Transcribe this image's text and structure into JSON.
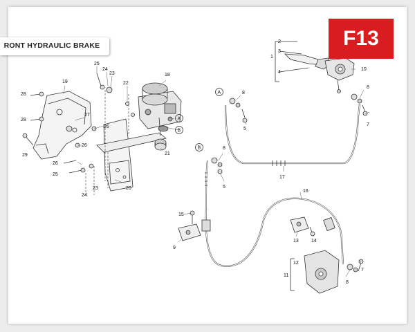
{
  "title": "RONT HYDRAULIC BRAKE",
  "badge": "F13",
  "callouts": {
    "A1": "A",
    "A2": "A",
    "B1": "B",
    "B2": "B"
  },
  "parts": {
    "p1": "1",
    "p2": "2",
    "p3": "3",
    "p4": "4",
    "p5a": "5",
    "p5b": "5",
    "p7a": "7",
    "p7b": "7",
    "p8a": "8",
    "p8b": "8",
    "p8c": "8",
    "p8d": "8",
    "p9": "9",
    "p10": "10",
    "p11": "11",
    "p12": "12",
    "p13": "13",
    "p14": "14",
    "p15": "15",
    "p16": "16",
    "p17": "17",
    "p18": "18",
    "p19": "19",
    "p20": "20",
    "p21": "21",
    "p22": "22",
    "p23a": "23",
    "p23b": "23",
    "p24a": "24",
    "p24b": "24",
    "p25a": "25",
    "p25b": "25",
    "p26a": "26",
    "p26b": "26",
    "p26c": "26",
    "p27": "27",
    "p28a": "28",
    "p28b": "28",
    "p29": "29"
  }
}
